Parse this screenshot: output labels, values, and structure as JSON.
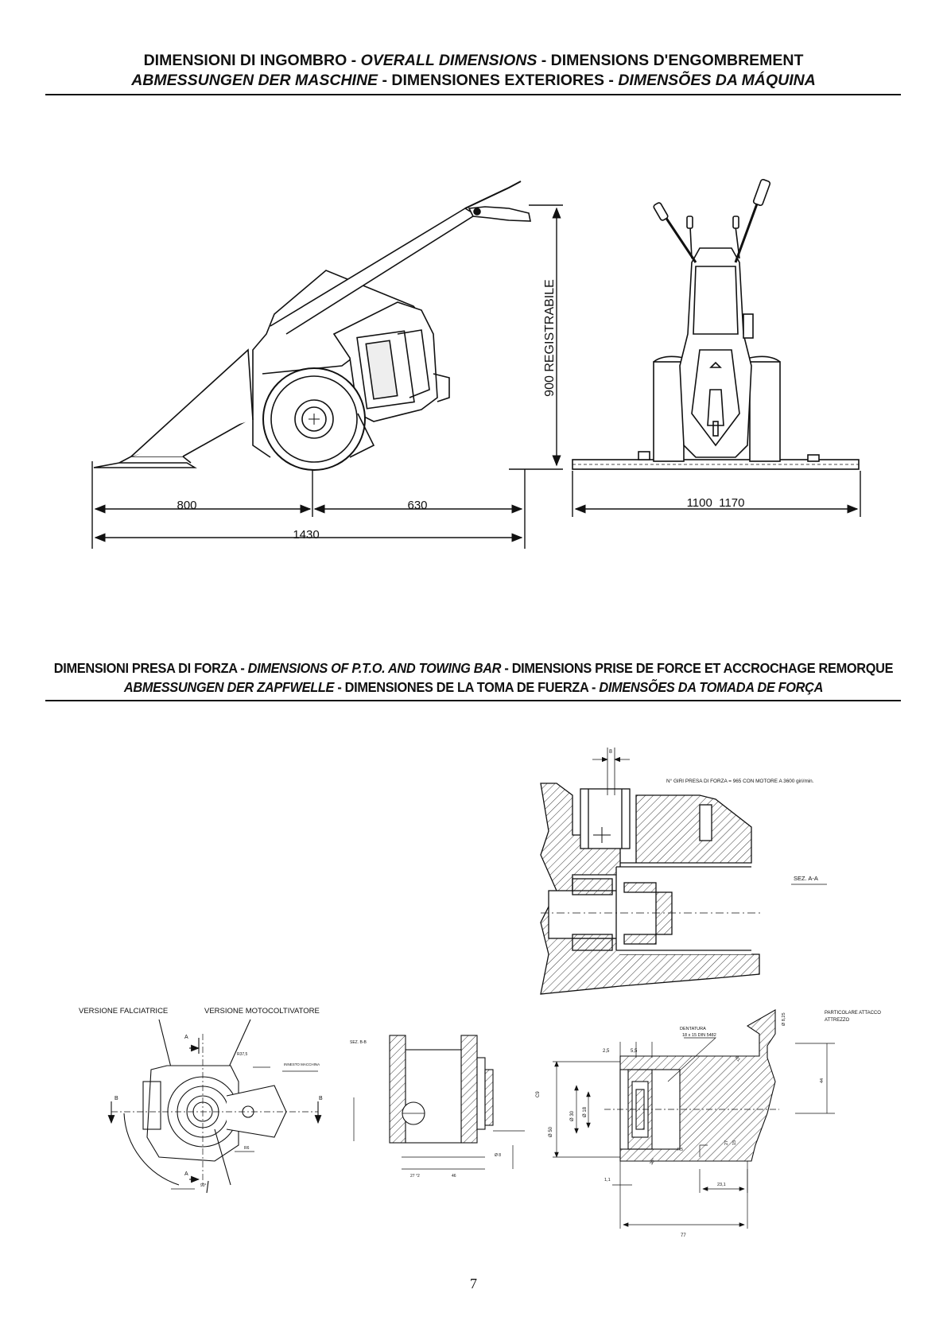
{
  "header1": {
    "line1": [
      {
        "text": "DIMENSIONI DI INGOMBRO - ",
        "italic": false
      },
      {
        "text": "OVERALL DIMENSIONS",
        "italic": true
      },
      {
        "text": " - DIMENSIONS D'ENGOMBREMENT",
        "italic": false
      }
    ],
    "line2": [
      {
        "text": "ABMESSUNGEN DER MASCHINE",
        "italic": true
      },
      {
        "text": " - DIMENSIONES EXTERIORES - ",
        "italic": false
      },
      {
        "text": "DIMENSÕES DA MÁQUINA",
        "italic": true
      }
    ]
  },
  "header2": {
    "line1": [
      {
        "text": "DIMENSIONI PRESA DI FORZA - ",
        "italic": false
      },
      {
        "text": "DIMENSIONS OF P.T.O. AND TOWING BAR",
        "italic": true
      },
      {
        "text": " - DIMENSIONS PRISE DE FORCE ET ACCROCHAGE REMORQUE",
        "italic": false
      }
    ],
    "line2": [
      {
        "text": "ABMESSUNGEN DER ZAPFWELLE",
        "italic": true
      },
      {
        "text": " - DIMENSIONES DE LA TOMA DE FUERZA - ",
        "italic": false
      },
      {
        "text": "DIMENSÕES DA TOMADA DE FORÇA",
        "italic": true
      }
    ]
  },
  "overall": {
    "dim_front": "800",
    "dim_rear": "630",
    "dim_total": "1430",
    "dim_height": "900 REGISTRABILE",
    "dim_width": "1100  1170"
  },
  "pto": {
    "note": "N° GIRI PRESA DI FORZA = 965 CON MOTORE A 3600 giri/min.",
    "section": "SEZ. A-A",
    "dim_top": "8"
  },
  "hitch": {
    "label_mower": "VERSIONE FALCIATRICE",
    "label_cultivator": "VERSIONE MOTOCOLTIVATORE",
    "marker_a": "A",
    "marker_b": "B",
    "r37": "R37,5",
    "innesto": "INNESTO MACCHINA",
    "r6": "R6",
    "angle": "90°",
    "sec_b": "SEZ. B-B",
    "d8": "Ø 8",
    "dim_27": "27 °2",
    "dim_46": "46"
  },
  "shaft": {
    "dentatura": "DENTATURA",
    "spline": "18 x 15 DIN 5482",
    "particolare": "PARTICOLARE ATTACCO",
    "attrezzo": "ATTREZZO",
    "d825": "Ø 8,25",
    "r1": "R1",
    "d25": "2,5",
    "d55": "5,5",
    "c9": "C9",
    "d50": "Ø 50",
    "d30": "Ø 30",
    "d18": "Ø 18",
    "r5": "R5",
    "d27": "27",
    "d15": "15",
    "d30deg": "30°",
    "d11": "1,1",
    "d23": "23,1",
    "d77": "77",
    "d44": "44"
  },
  "page_number": "7"
}
